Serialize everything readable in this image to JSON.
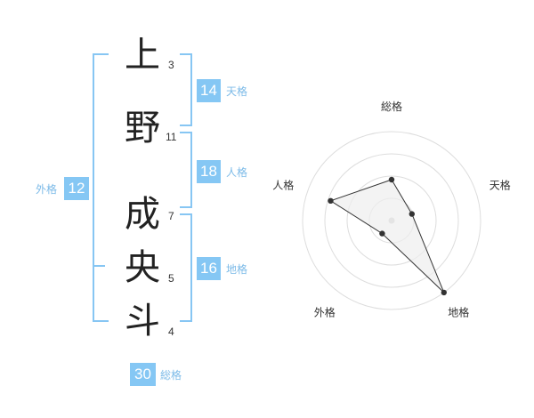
{
  "name": {
    "characters": [
      {
        "char": "上",
        "strokes": "3"
      },
      {
        "char": "野",
        "strokes": "11"
      },
      {
        "char": "成",
        "strokes": "7"
      },
      {
        "char": "央",
        "strokes": "5"
      },
      {
        "char": "斗",
        "strokes": "4"
      }
    ]
  },
  "fortunes": {
    "tenkaku": {
      "value": "14",
      "label": "天格"
    },
    "jinkaku": {
      "value": "18",
      "label": "人格"
    },
    "chikaku": {
      "value": "16",
      "label": "地格"
    },
    "gaikaku": {
      "value": "12",
      "label": "外格"
    },
    "soukaku": {
      "value": "30",
      "label": "総格"
    }
  },
  "chart_data": {
    "type": "radar",
    "axes": [
      "総格",
      "天格",
      "地格",
      "外格",
      "人格"
    ],
    "values": [
      2.3,
      1.2,
      5.0,
      0.9,
      3.6
    ],
    "max": 5,
    "rings": 4,
    "colors": {
      "line": "#333333",
      "fill": "#eeeeee",
      "ring": "#dddddd",
      "point": "#333333",
      "center": "#cccccc"
    }
  }
}
